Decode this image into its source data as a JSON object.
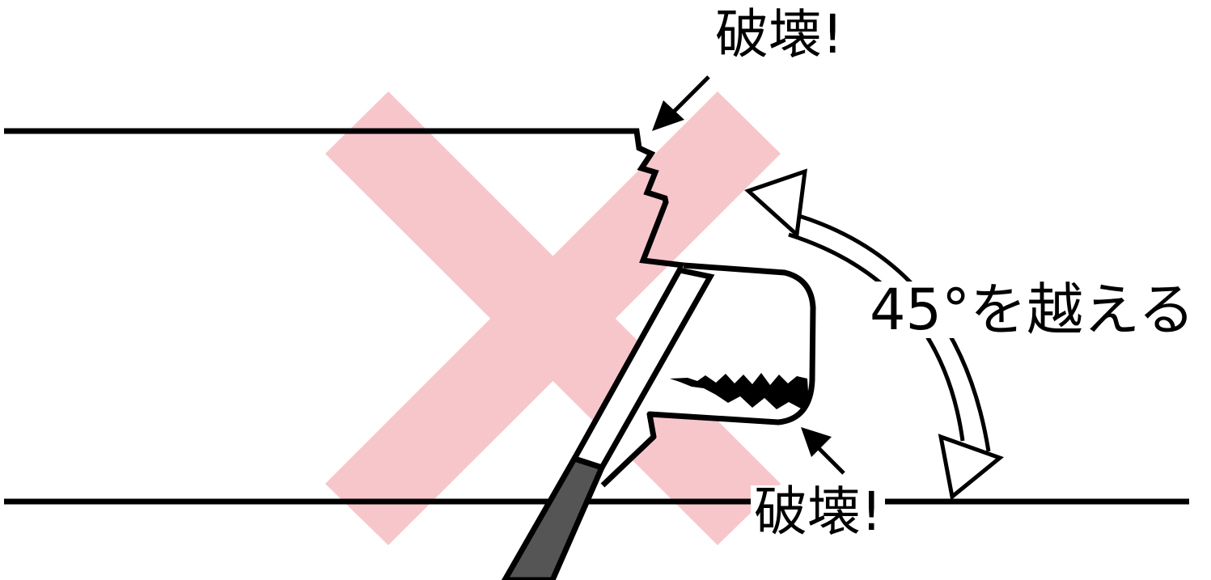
{
  "labels": {
    "top_break": "破壊!",
    "bottom_break": "破壊!",
    "angle": "45°を越える"
  },
  "colors": {
    "cross": "#f7c6cb",
    "stroke": "#000000",
    "handle": "#555555",
    "background": "#ffffff"
  },
  "icons": {
    "prohibited_mark": "x-cross-icon",
    "angle_indicator": "double-headed-curved-arrow-icon"
  }
}
